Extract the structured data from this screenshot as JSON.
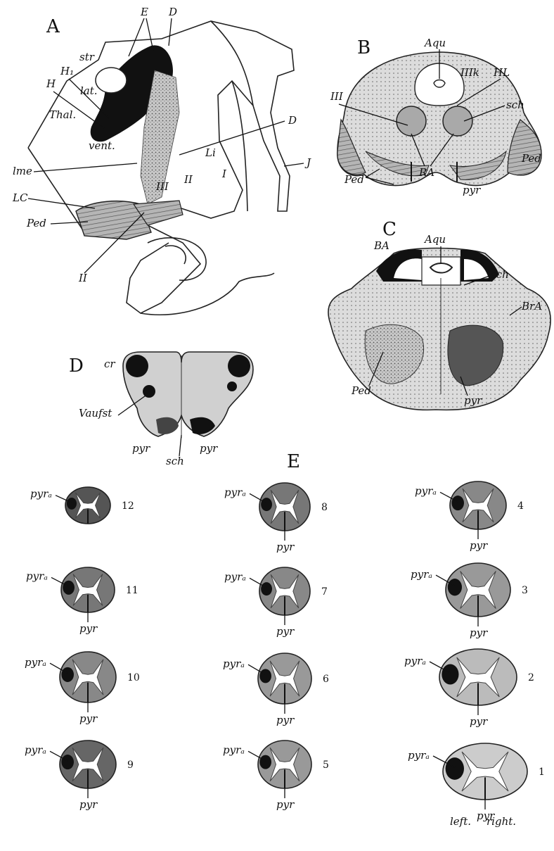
{
  "panels": {
    "A": {
      "letter": "A",
      "labels": {
        "E": "E",
        "D_top": "D",
        "str": "str",
        "H1": "H₁",
        "H": "H",
        "lat": "lat.",
        "Thal": "Thal.",
        "vent": "vent.",
        "D_mid": "D",
        "Li": "Li",
        "I": "I",
        "J": "J",
        "lme": "lme",
        "III": "III",
        "II_mid": "II",
        "LC": "LC",
        "Ped": "Ped",
        "II_bot": "II"
      }
    },
    "B": {
      "letter": "B",
      "labels": {
        "Aqu": "Aqu",
        "IIIk": "IIIk",
        "HL": "HL",
        "III": "III",
        "sch": "sch",
        "Ped_left": "Ped",
        "Ped_right": "Ped",
        "RA": "RA",
        "pyr": "pyr"
      }
    },
    "C": {
      "letter": "C",
      "labels": {
        "BA": "BA",
        "Aqu": "Aqu",
        "sch": "sch",
        "BrA": "BrA",
        "Ped": "Ped",
        "pyr": "pyr"
      }
    },
    "D": {
      "letter": "D",
      "labels": {
        "cr": "cr",
        "Vaufst": "Vaufst",
        "pyr_left": "pyr",
        "sch": "sch",
        "pyr_right": "pyr"
      }
    },
    "E": {
      "letter": "E",
      "sections": [
        {
          "n": "12",
          "pyra": "pyrₐ",
          "pyr": ""
        },
        {
          "n": "11",
          "pyra": "pyrₐ",
          "pyr": "pyr"
        },
        {
          "n": "10",
          "pyra": "pyrₐ",
          "pyr": "pyr"
        },
        {
          "n": "9",
          "pyra": "pyrₐ",
          "pyr": "pyr"
        },
        {
          "n": "8",
          "pyra": "pyrₐ",
          "pyr": "pyr"
        },
        {
          "n": "7",
          "pyra": "pyrₐ",
          "pyr": "pyr"
        },
        {
          "n": "6",
          "pyra": "pyrₐ",
          "pyr": "pyr"
        },
        {
          "n": "5",
          "pyra": "pyrₐ",
          "pyr": "pyr"
        },
        {
          "n": "4",
          "pyra": "pyrₐ",
          "pyr": "pyr"
        },
        {
          "n": "3",
          "pyra": "pyrₐ",
          "pyr": "pyr"
        },
        {
          "n": "2",
          "pyra": "pyrₐ",
          "pyr": "pyr"
        },
        {
          "n": "1",
          "pyra": "pyrₐ",
          "pyr": "pyr"
        }
      ],
      "left_label": "left.",
      "right_label": "right."
    }
  }
}
